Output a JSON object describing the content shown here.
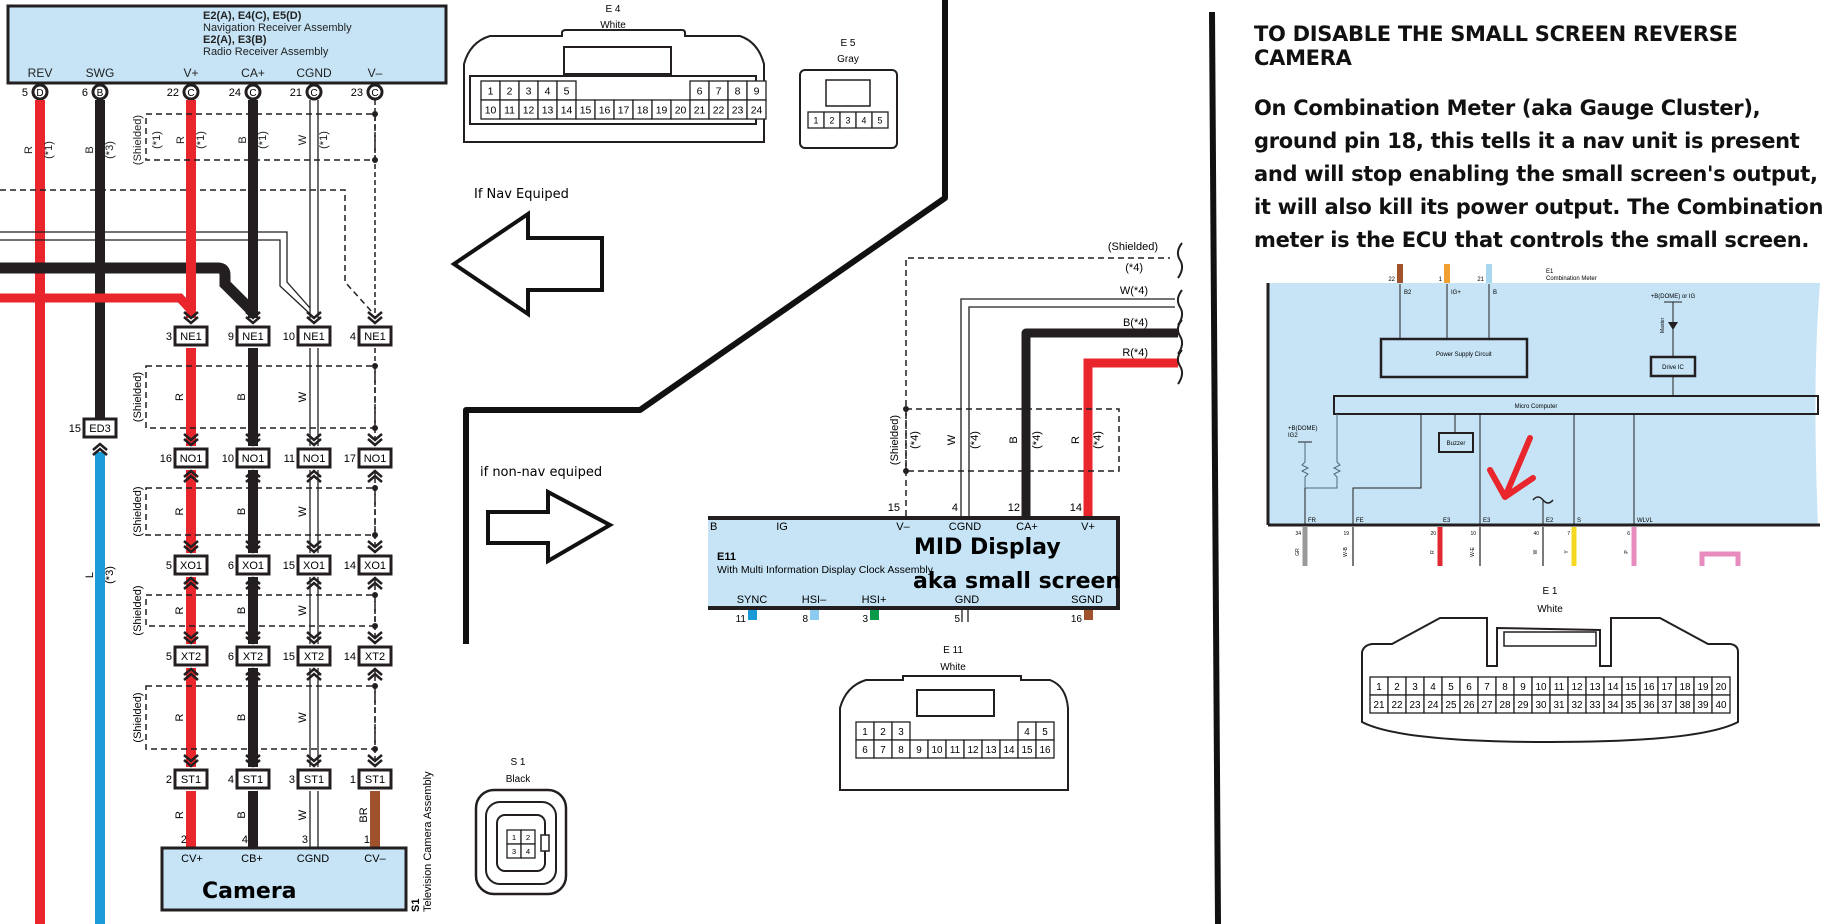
{
  "receiver": {
    "line1": "E2(A), E4(C), E5(D)",
    "line2": "Navigation Receiver Assembly",
    "line3": "E2(A), E3(B)",
    "line4": "Radio Receiver Assembly",
    "terminals": [
      {
        "name": "REV",
        "pin": "5",
        "conn": "D",
        "wire": "R",
        "note": "(*1)"
      },
      {
        "name": "SWG",
        "pin": "6",
        "conn": "B",
        "wire": "B",
        "note": "(*3)"
      },
      {
        "name": "V+",
        "pin": "22",
        "conn": "C",
        "wire": "R",
        "note": "(*1)"
      },
      {
        "name": "CA+",
        "pin": "24",
        "conn": "C",
        "wire": "B",
        "note": "(*1)"
      },
      {
        "name": "CGND",
        "pin": "21",
        "conn": "C",
        "wire": "W",
        "note": "(*1)"
      },
      {
        "name": "V–",
        "pin": "23",
        "conn": "C",
        "wire": "",
        "note": ""
      }
    ],
    "shield_label": "(Shielded)",
    "shield_note": "(*1)"
  },
  "harness": {
    "shield_label": "(Shielded)",
    "wire_colors": [
      "R",
      "B",
      "W"
    ],
    "ed3": {
      "pin": "15",
      "label": "ED3",
      "wire": "L",
      "note": "(*3)"
    },
    "rows": [
      {
        "name": "NE1",
        "pins": [
          "3",
          "9",
          "10",
          "4"
        ]
      },
      {
        "name": "NO1",
        "pins": [
          "16",
          "10",
          "11",
          "17"
        ]
      },
      {
        "name": "XO1",
        "pins": [
          "5",
          "6",
          "15",
          "14"
        ]
      },
      {
        "name": "XT2",
        "pins": [
          "5",
          "6",
          "15",
          "14"
        ]
      },
      {
        "name": "ST1",
        "pins": [
          "2",
          "4",
          "3",
          "1"
        ]
      }
    ],
    "st1_wires": [
      "R",
      "B",
      "W",
      "BR"
    ]
  },
  "camera": {
    "pins": [
      "2",
      "4",
      "3",
      "1"
    ],
    "terminals": [
      "CV+",
      "CB+",
      "CGND",
      "CV–"
    ],
    "label": "Camera",
    "code": "S1",
    "description": "Television Camera Assembly"
  },
  "connectors": {
    "e4": {
      "code": "E 4",
      "color": "White",
      "top_left": [
        "1",
        "2",
        "3",
        "4",
        "5"
      ],
      "top_right": [
        "6",
        "7",
        "8",
        "9"
      ],
      "bottom": [
        "10",
        "11",
        "12",
        "13",
        "14",
        "15",
        "16",
        "17",
        "18",
        "19",
        "20",
        "21",
        "22",
        "23",
        "24"
      ]
    },
    "e5": {
      "code": "E 5",
      "color": "Gray",
      "pins": [
        "1",
        "2",
        "3",
        "4",
        "5"
      ]
    },
    "e11": {
      "code": "E 11",
      "color": "White",
      "top_left": [
        "1",
        "2",
        "3"
      ],
      "top_right": [
        "4",
        "5"
      ],
      "bottom": [
        "6",
        "7",
        "8",
        "9",
        "10",
        "11",
        "12",
        "13",
        "14",
        "15",
        "16"
      ]
    },
    "s1": {
      "code": "S 1",
      "color": "Black",
      "pins": [
        "1",
        "2",
        "3",
        "4"
      ]
    },
    "e1": {
      "code": "E 1",
      "color": "White",
      "top": [
        "1",
        "2",
        "3",
        "4",
        "5",
        "6",
        "7",
        "8",
        "9",
        "10",
        "11",
        "12",
        "13",
        "14",
        "15",
        "16",
        "17",
        "18",
        "19",
        "20"
      ],
      "bottom": [
        "21",
        "22",
        "23",
        "24",
        "25",
        "26",
        "27",
        "28",
        "29",
        "30",
        "31",
        "32",
        "33",
        "34",
        "35",
        "36",
        "37",
        "38",
        "39",
        "40"
      ]
    }
  },
  "annotations": {
    "nav": "If Nav Equiped",
    "non_nav": "if non-nav equiped"
  },
  "mid": {
    "code": "E11",
    "description": "With Multi Information Display Clock Assembly",
    "title": "MID Display",
    "subtitle": "aka small screen",
    "top_terminals": [
      {
        "name": "B",
        "pin": ""
      },
      {
        "name": "IG",
        "pin": ""
      },
      {
        "name": "V–",
        "pin": "15"
      },
      {
        "name": "CGND",
        "pin": "4"
      },
      {
        "name": "CA+",
        "pin": "12"
      },
      {
        "name": "V+",
        "pin": "14"
      }
    ],
    "bottom_terminals": [
      {
        "name": "SYNC",
        "pin": "11"
      },
      {
        "name": "HSI–",
        "pin": "8"
      },
      {
        "name": "HSI+",
        "pin": "3"
      },
      {
        "name": "GND",
        "pin": "5"
      },
      {
        "name": "SGND",
        "pin": "16"
      }
    ],
    "shield_label": "(Shielded)",
    "shield_note": "(*4)",
    "wire_labels": [
      "W",
      "B",
      "R"
    ],
    "wire_notes": [
      "(*4)",
      "(*4)",
      "(*4)"
    ],
    "break_labels": [
      "(Shielded)",
      "(*4)",
      "W(*4)",
      "B(*4)",
      "R(*4)"
    ]
  },
  "note": {
    "title": "TO DISABLE THE SMALL SCREEN REVERSE CAMERA",
    "body": "On Combination Meter (aka Gauge Cluster), ground pin 18, this tells it a nav unit is present and will stop enabling the small screen's output, it will also kill its power output. The Combination meter is the ECU that controls the small screen."
  },
  "meter": {
    "code": "E1",
    "name": "Combination Meter",
    "top_pins": [
      {
        "pin": "22",
        "label": "B2",
        "color": "#a0522d"
      },
      {
        "pin": "1",
        "label": "IG+",
        "color": "#f0a030"
      },
      {
        "pin": "21",
        "label": "B",
        "color": "#a8d8f0"
      }
    ],
    "power_supply": "Power Supply Circuit",
    "supply_label": "+B(DOME) or IG",
    "master_label": "Master",
    "drive_ic": "Drive IC",
    "micro": "Micro Computer",
    "buzzer": "Buzzer",
    "dome_label": "+B(DOME)",
    "ig_label": "IG2",
    "bottom_terms": [
      {
        "name": "FR",
        "pin": "34",
        "wire": "GR",
        "color": "#999999"
      },
      {
        "name": "FE",
        "pin": "19",
        "wire": "W-B",
        "color": "#222222"
      },
      {
        "name": "E3",
        "pin": "20",
        "wire": "R",
        "color": "#e0282e"
      },
      {
        "name": "E3",
        "pin": "10",
        "wire": "W-E",
        "color": "#222222"
      },
      {
        "name": "E2",
        "pin": "40",
        "wire": "W",
        "color": "#222222"
      },
      {
        "name": "S",
        "pin": "7",
        "wire": "Y",
        "color": "#f5d820"
      },
      {
        "name": "WLVL",
        "pin": "6",
        "wire": "P",
        "color": "#e88cc0"
      }
    ]
  },
  "colors": {
    "panel": "#c6e4f6",
    "red": "#e8262c",
    "black": "#231f20",
    "blue": "#1a9ad6",
    "brown": "#a0522d",
    "light_blue": "#8ccbf0",
    "green": "#0a9a4a"
  }
}
